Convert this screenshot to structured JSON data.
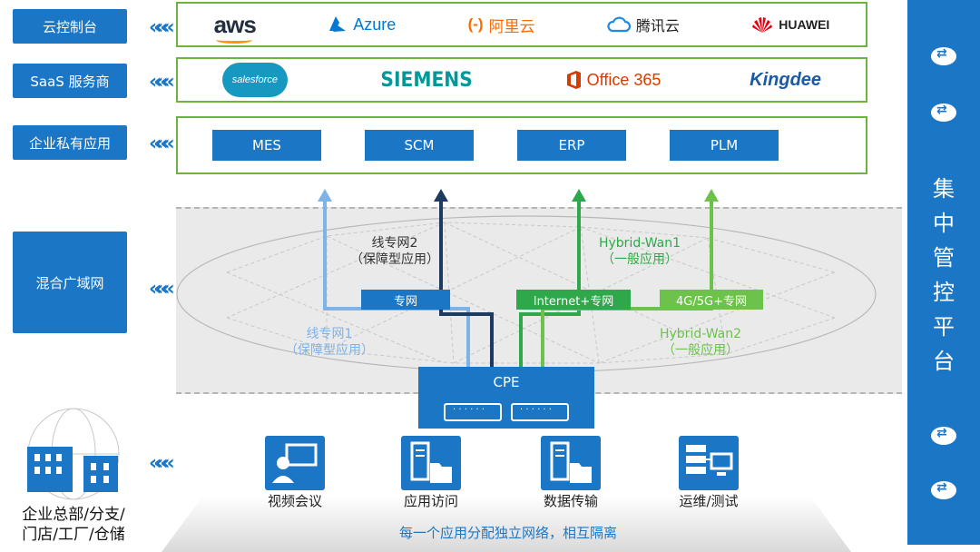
{
  "left_labels": {
    "cloud_console": "云控制台",
    "saas": "SaaS 服务商",
    "private_apps": "企业私有应用",
    "hybrid_wan": "混合广域网",
    "sites": "企业总部/分支/\n门店/工厂/仓储"
  },
  "chevrons": "«",
  "cloud_row": {
    "aws": "aws",
    "azure": "Azure",
    "aliyun": "阿里云",
    "aliyun_mark": "(-)",
    "tencent": "腾讯云",
    "huawei": "HUAWEI"
  },
  "saas_row": {
    "salesforce": "salesforce",
    "siemens": "SIEMENS",
    "office365": "Office 365",
    "kingdee": "Kingdee"
  },
  "private_row": {
    "apps": [
      "MES",
      "SCM",
      "ERP",
      "PLM"
    ]
  },
  "wan": {
    "line2": "线专网2",
    "line2_sub": "（保障型应用）",
    "line1": "线专网1",
    "line1_sub": "（保障型应用）",
    "hybrid1": "Hybrid-Wan1",
    "hybrid1_sub": "（一般应用）",
    "hybrid2": "Hybrid-Wan2",
    "hybrid2_sub": "（一般应用）",
    "private_net": "专网",
    "internet": "Internet+专网",
    "mobile": "4G/5G+专网"
  },
  "cpe": {
    "title": "CPE"
  },
  "functions": [
    "视频会议",
    "应用访问",
    "数据传输",
    "运维/测试"
  ],
  "base_caption": "每一个应用分配独立网络，相互隔离",
  "right_panel": {
    "title_chars": [
      "集",
      "中",
      "管",
      "控",
      "平",
      "台"
    ]
  },
  "colors": {
    "primary_blue": "#1b76c6",
    "border_green": "#6db33f",
    "dark_navy": "#1f3a5f",
    "light_blue": "#7fb2e5",
    "green": "#2ea84a",
    "light_green": "#6cc24a"
  }
}
